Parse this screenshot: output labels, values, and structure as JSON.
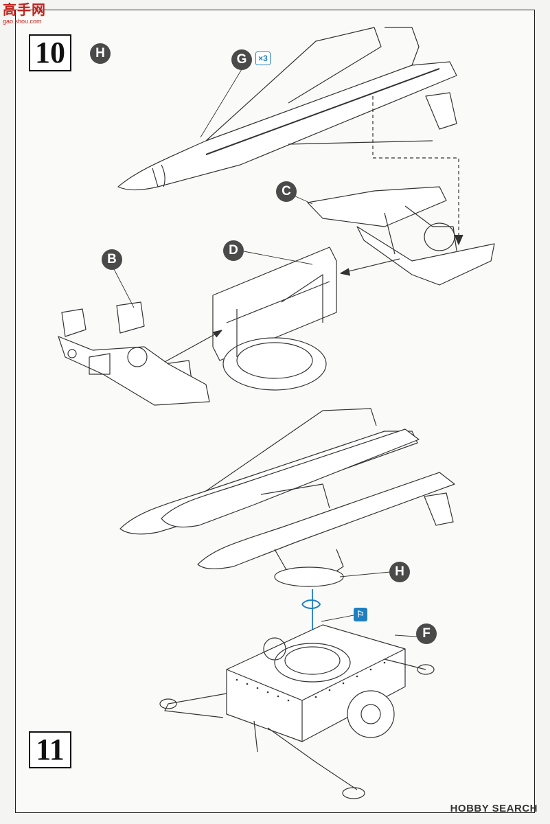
{
  "header_logo": {
    "main": "高手网",
    "sub": "gao.shou.com"
  },
  "steps": {
    "step_a": "10",
    "step_b": "11"
  },
  "callouts": {
    "h_top": "H",
    "g": "G",
    "c": "C",
    "b": "B",
    "d": "D",
    "h_mid": "H",
    "f": "F"
  },
  "quantity_badge": "×3",
  "glue_symbol": "⚐",
  "watermark": "HOBBY SEARCH",
  "colors": {
    "callout_fill": "#4a4a4a",
    "accent_blue": "#1e7fc1",
    "line": "#333333"
  }
}
